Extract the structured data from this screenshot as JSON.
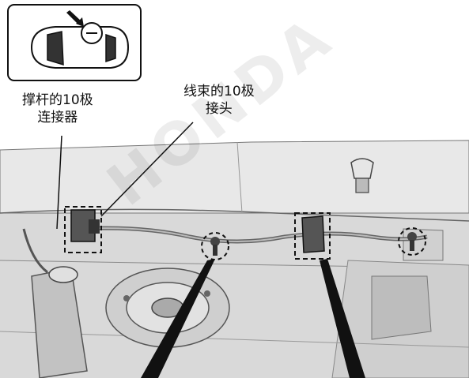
{
  "callouts": {
    "strut_connector": {
      "line1": "撑杆的10极",
      "line2": "连接器"
    },
    "harness_connector": {
      "line1": "线束的10极",
      "line2": "接头"
    }
  },
  "watermark": "HONDA",
  "colors": {
    "line": "#111111",
    "panel": "#d9d9d9",
    "panel_dark": "#9a9a9a",
    "background": "#ffffff"
  }
}
